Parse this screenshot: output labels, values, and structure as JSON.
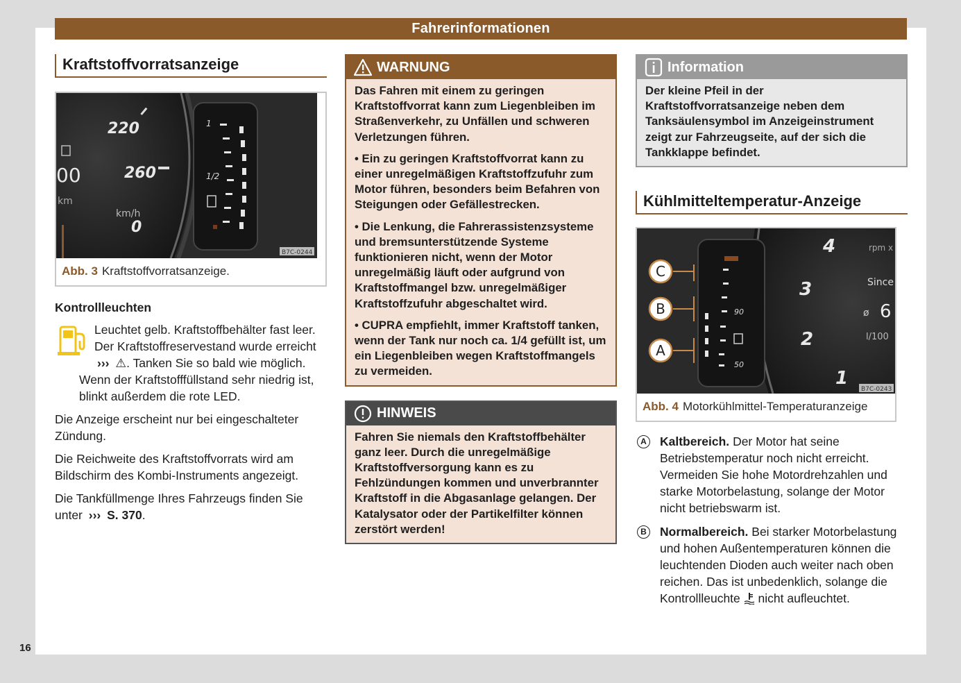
{
  "header": {
    "title": "Fahrerinformationen"
  },
  "page_number": "16",
  "col1": {
    "section_title": "Kraftstoffvorratsanzeige",
    "figure": {
      "label": "Abb. 3",
      "caption": "Kraftstoffvorratsanzeige.",
      "image_code": "B7C-0244",
      "gauge_labels": [
        "220",
        "260",
        "00",
        "km",
        "km/h",
        "0",
        "1",
        "1/2"
      ]
    },
    "subheading": "Kontrollleuchten",
    "indicator": {
      "icon": "fuel-pump-icon",
      "color": "#f0c419",
      "text_a": "Leuchtet gelb. Kraftstoffbehälter fast leer. Der Kraftstoffreservestand wurde erreicht",
      "arrows": "›››",
      "warn_glyph": "⚠",
      "text_b": ". Tanken Sie so bald wie möglich.",
      "text_c": "Wenn der Kraftstofffüllstand sehr niedrig ist, blinkt außerdem die rote LED."
    },
    "paragraphs": [
      "Die Anzeige erscheint nur bei eingeschalteter Zündung.",
      "Die Reichweite des Kraftstoffvorrats wird am Bildschirm des Kombi-Instruments angezeigt."
    ],
    "last_paragraph": {
      "text": "Die Tankfüllmenge Ihres Fahrzeugs finden Sie unter",
      "arrows": "›››",
      "page_ref": "S. 370",
      "end": "."
    }
  },
  "col2": {
    "warning": {
      "title": "WARNUNG",
      "paragraphs": [
        "Das Fahren mit einem zu geringen Kraftstoffvorrat kann zum Liegenbleiben im Straßenverkehr, zu Unfällen und schweren Verletzungen führen.",
        "• Ein zu geringen Kraftstoffvorrat kann zu einer unregelmäßigen Kraftstoffzufuhr zum Motor führen, besonders beim Befahren von Steigungen oder Gefällestrecken.",
        "• Die Lenkung, die Fahrerassistenzsysteme und bremsunterstützende Systeme funktionieren nicht, wenn der Motor unregelmäßig läuft oder aufgrund von Kraftstoffmangel bzw. unregelmäßiger Kraftstoffzufuhr abgeschaltet wird.",
        "• CUPRA empfiehlt, immer Kraftstoff tanken, wenn der Tank nur noch ca. 1/4 gefüllt ist, um ein Liegenbleiben wegen Kraftstoffmangels zu vermeiden."
      ]
    },
    "notice": {
      "title": "HINWEIS",
      "text": "Fahren Sie niemals den Kraftstoffbehälter ganz leer. Durch die unregelmäßige Kraftstoffversorgung kann es zu Fehlzündungen kommen und unverbrannter Kraftstoff in die Abgasanlage gelangen. Der Katalysator oder der Partikelfilter können zerstört werden!"
    }
  },
  "col3": {
    "info": {
      "title": "Information",
      "text": "Der kleine Pfeil in der Kraftstoffvorratsanzeige neben dem Tanksäulensymbol im Anzeigeinstrument zeigt zur Fahrzeugseite, auf der sich die Tankklappe befindet."
    },
    "section_title": "Kühlmitteltemperatur-Anzeige",
    "figure": {
      "label": "Abb. 4",
      "caption": "Motorkühlmittel-Temperaturanzeige",
      "image_code": "B7C-0243",
      "callouts": [
        "C",
        "B",
        "A"
      ],
      "gauge_labels": [
        "4",
        "3",
        "2",
        "1",
        "90",
        "50",
        "rpm x",
        "Since",
        "ø",
        "6",
        "l/100"
      ]
    },
    "legend": [
      {
        "marker": "A",
        "term": "Kaltbereich.",
        "text": "Der Motor hat seine Betriebstemperatur noch nicht erreicht. Vermeiden Sie hohe Motordrehzahlen und starke Motorbelastung, solange der Motor nicht betriebswarm ist."
      },
      {
        "marker": "B",
        "term": "Normalbereich.",
        "text": "Bei starker Motorbelastung und hohen Außentemperaturen können die leuchtenden Dioden auch weiter nach oben reichen. Das ist unbedenklich, solange die Kontrollleuchte",
        "glyph": "coolant-temperature-icon",
        "text_end": "nicht aufleuchtet."
      }
    ]
  },
  "colors": {
    "brand_brown": "#8a5a2b",
    "warning_bg": "#f4e2d6",
    "info_bg": "#e8e8e8",
    "notice_head": "#4a4a4a"
  }
}
